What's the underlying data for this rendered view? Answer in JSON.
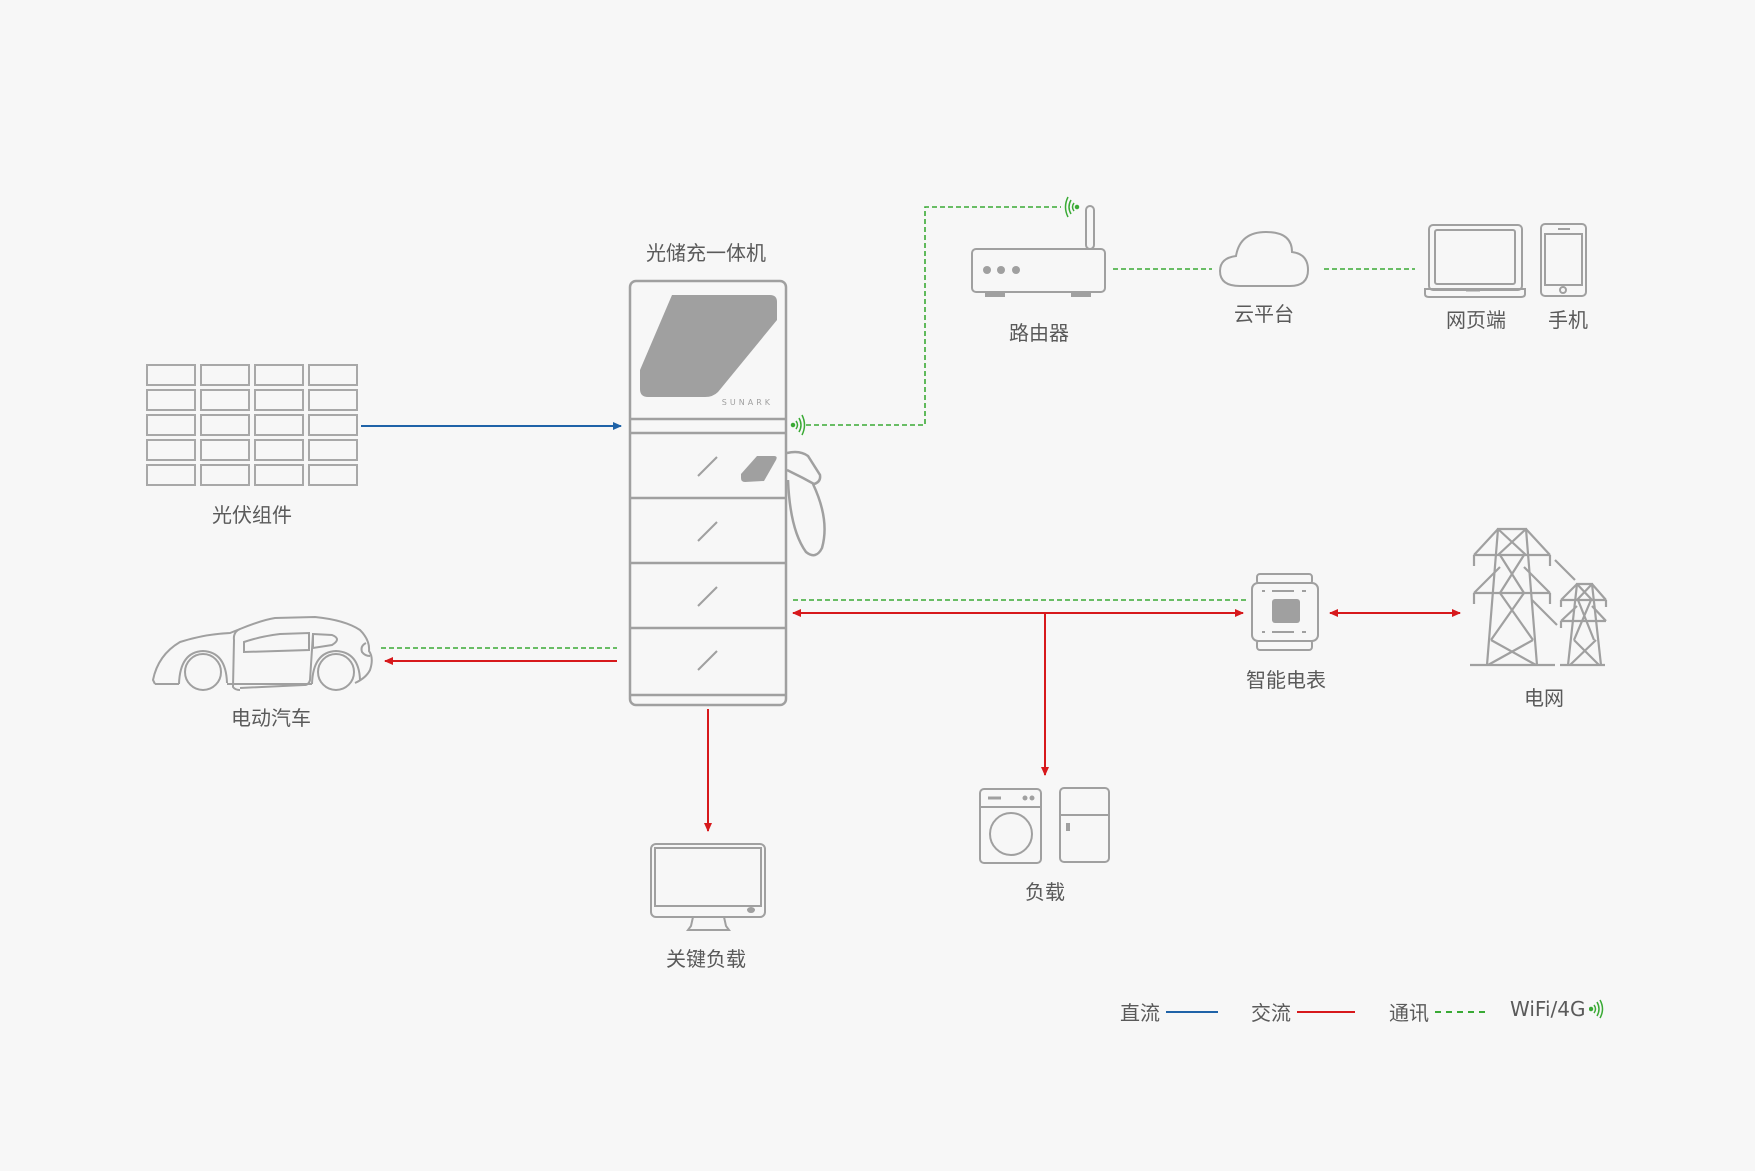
{
  "title": "光储充一体机",
  "brand": "SUNARK",
  "nodes": {
    "pv": {
      "label": "光伏组件",
      "icon": "solar-panel-icon"
    },
    "ev": {
      "label": "电动汽车",
      "icon": "car-icon"
    },
    "router": {
      "label": "路由器",
      "icon": "router-icon"
    },
    "cloud": {
      "label": "云平台",
      "icon": "cloud-icon"
    },
    "web": {
      "label": "网页端",
      "icon": "laptop-icon"
    },
    "phone": {
      "label": "手机",
      "icon": "phone-icon"
    },
    "meter": {
      "label": "智能电表",
      "icon": "smart-meter-icon"
    },
    "grid": {
      "label": "电网",
      "icon": "power-tower-icon"
    },
    "critical_load": {
      "label": "关键负载",
      "icon": "monitor-icon"
    },
    "load": {
      "label": "负载",
      "icon": "appliances-icon"
    }
  },
  "legend": [
    {
      "label": "直流",
      "style": "solid",
      "color": "#1f63a8"
    },
    {
      "label": "交流",
      "style": "solid",
      "color": "#d7191c"
    },
    {
      "label": "通讯",
      "style": "dashed",
      "color": "#3aaa35"
    },
    {
      "label": "WiFi/4G",
      "style": "wifi",
      "color": "#3aaa35"
    }
  ],
  "colors": {
    "dc": "#1f63a8",
    "ac": "#d7191c",
    "comm": "#3aaa35",
    "icon": "#a0a0a0"
  }
}
